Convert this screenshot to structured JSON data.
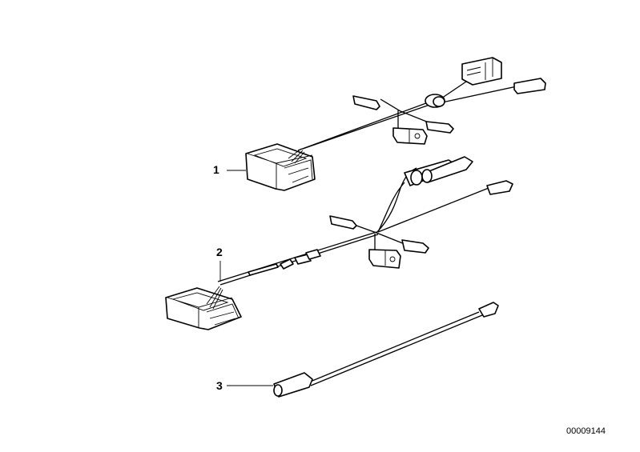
{
  "parts": [
    {
      "number": "1"
    },
    {
      "number": "2"
    },
    {
      "number": "3"
    }
  ],
  "diagram_code": "00009144"
}
